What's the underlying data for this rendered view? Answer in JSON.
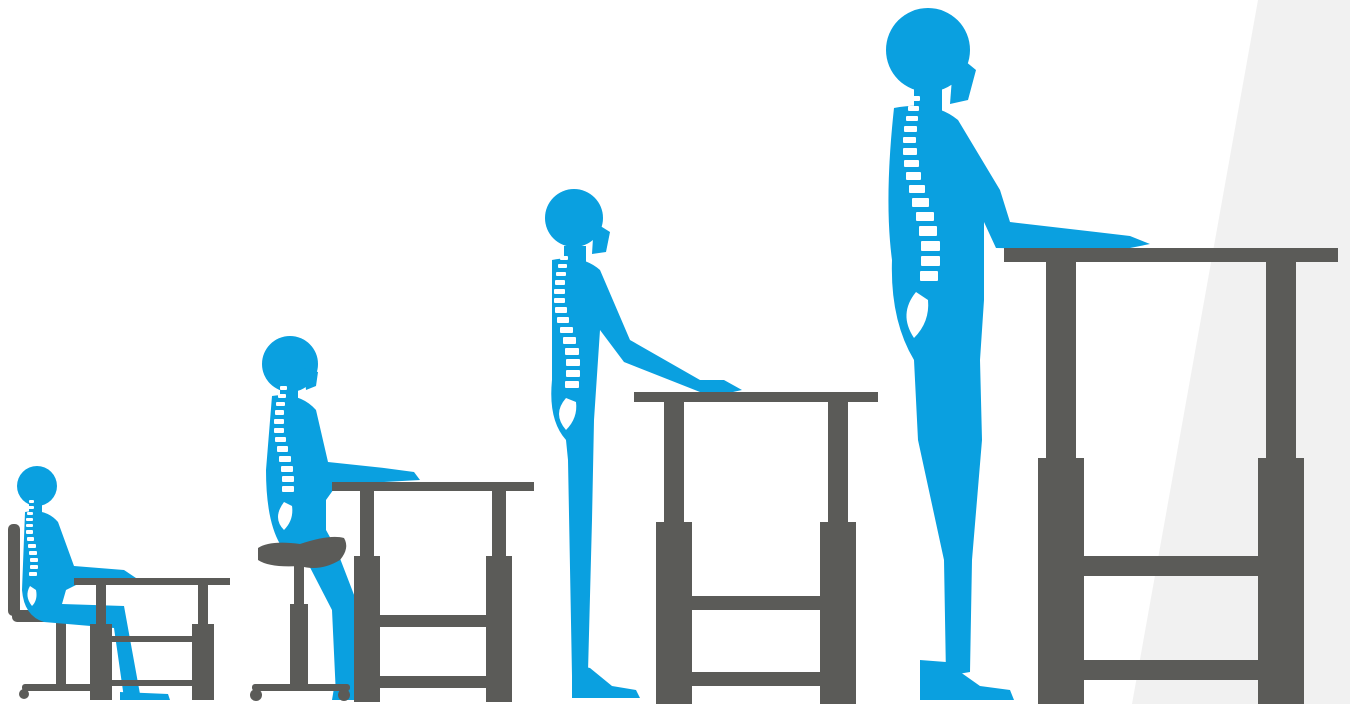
{
  "illustration": {
    "subject": "ergonomic-height-adjustable-desk-progression",
    "figures": [
      {
        "name": "seated-child-at-low-desk",
        "posture": "sitting-on-office-chair"
      },
      {
        "name": "perched-person-at-mid-desk",
        "posture": "perching-on-saddle-stool"
      },
      {
        "name": "standing-person-at-tall-desk",
        "posture": "standing"
      },
      {
        "name": "standing-tall-person-at-tallest-desk",
        "posture": "standing"
      }
    ],
    "colors": {
      "figure": "#0aa0e0",
      "spine": "#ffffff",
      "desk": "#5b5b58",
      "chair": "#5b5b58",
      "background": "#ffffff",
      "wall_shade": "#f1f1f1"
    }
  }
}
